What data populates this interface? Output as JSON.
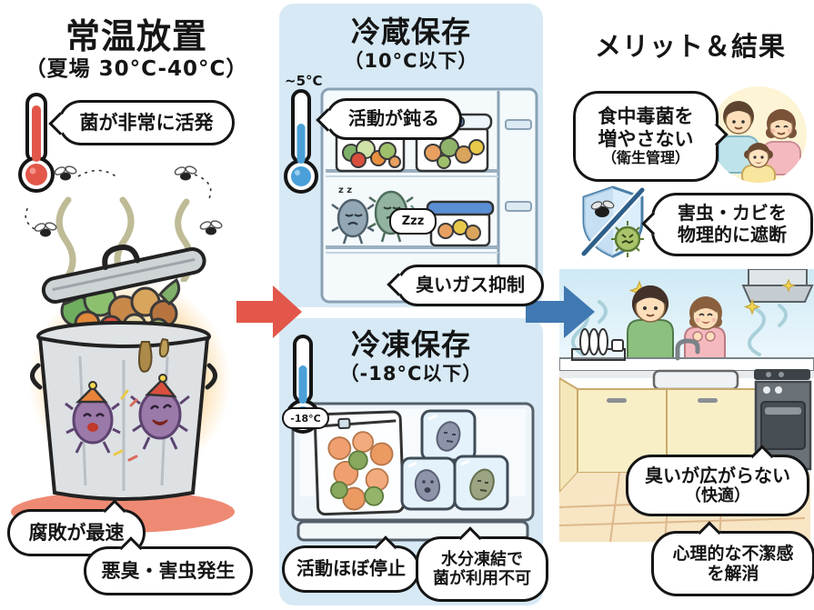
{
  "colors": {
    "hot_red": "#e2574a",
    "cold_blue": "#4078b2",
    "panel_blue": "#d6e9f5"
  },
  "left": {
    "title": "常温放置",
    "subtitle": "（夏場 30°C-40°C）",
    "bubble_active": "菌が非常に活発",
    "bubble_rot": "腐敗が最速",
    "bubble_odor": "悪臭・害虫発生"
  },
  "fridge": {
    "title": "冷蔵保存",
    "subtitle": "（10°C以下）",
    "thermo_label": "~5°C",
    "bubble_slow": "活動が鈍る",
    "zzz": "Zzz",
    "bubble_gas": "臭いガス抑制"
  },
  "freezer": {
    "title": "冷凍保存",
    "subtitle": "（-18°C以下）",
    "thermo_label": "-18°C",
    "bubble_stop": "活動ほぼ停止",
    "bubble_frozen_line1": "水分凍結で",
    "bubble_frozen_line2": "菌が利用不可"
  },
  "results": {
    "title": "メリット＆結果",
    "bubble_hygiene_line1": "食中毒菌を",
    "bubble_hygiene_line2": "増やさない",
    "bubble_hygiene_line3": "（衛生管理）",
    "bubble_block_line1": "害虫・カビを",
    "bubble_block_line2": "物理的に遮断",
    "bubble_smell_line1": "臭いが広がらない",
    "bubble_smell_line2": "（快適）",
    "bubble_clean_line1": "心理的な不潔感",
    "bubble_clean_line2": "を解消"
  }
}
